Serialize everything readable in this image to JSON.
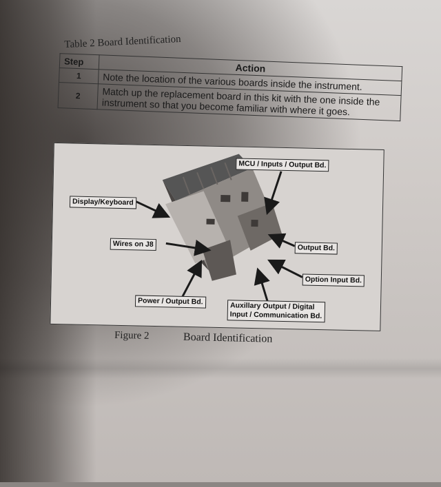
{
  "table": {
    "caption": "Table 2  Board Identification",
    "headers": {
      "step": "Step",
      "action": "Action"
    },
    "rows": [
      {
        "step": "1",
        "action": "Note the location of the various boards inside the instrument."
      },
      {
        "step": "2",
        "action": "Match up the replacement board in this kit with the one inside the instrument so that you become familiar with where it goes."
      }
    ]
  },
  "figure": {
    "labels": {
      "mcu": "MCU / Inputs / Output Bd.",
      "display": "Display/Keyboard",
      "wires": "Wires on J8",
      "output": "Output Bd.",
      "option": "Option Input Bd.",
      "power": "Power / Output Bd.",
      "aux_line1": "Auxillary Output / Digital",
      "aux_line2": "Input / Communication Bd."
    },
    "caption_number": "Figure 2",
    "caption_title": "Board Identification"
  },
  "colors": {
    "paper": "#d4d0cd",
    "ink": "#1a1a1a",
    "shadow": "#3a3532"
  }
}
